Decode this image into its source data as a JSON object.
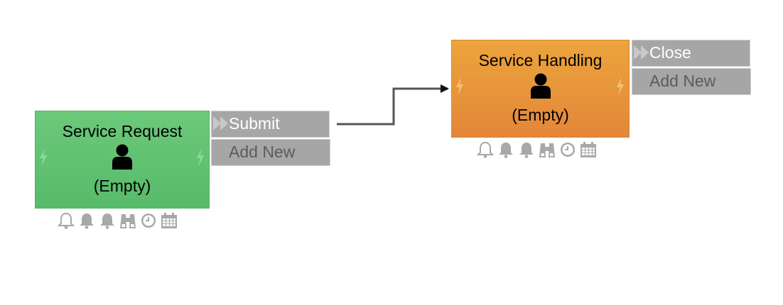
{
  "nodes": {
    "request": {
      "title": "Service Request",
      "value": "(Empty)",
      "color": "#5fbf6f",
      "primary_action": "Submit",
      "add_new": "Add New"
    },
    "handling": {
      "title": "Service Handling",
      "value": "(Empty)",
      "color": "#e8943a",
      "primary_action": "Close",
      "add_new": "Add New"
    }
  },
  "toolbar_icons": [
    "bell-outline-icon",
    "bell-icon",
    "bell-icon",
    "binoculars-icon",
    "clock-icon",
    "calendar-icon"
  ],
  "colors": {
    "action_bg": "#a6a6a6",
    "icon_gray": "#a8a8a8",
    "connector": "#555555"
  }
}
